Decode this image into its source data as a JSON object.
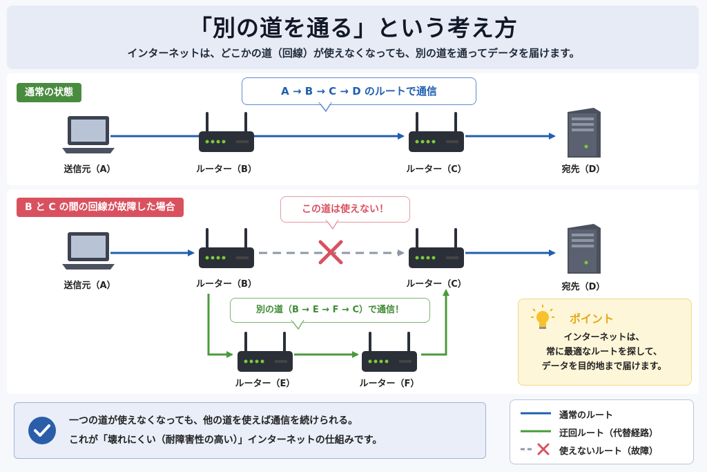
{
  "header": {
    "title": "「別の道を通る」という考え方",
    "subtitle": "インターネットは、どこかの道（回線）が使えなくなっても、別の道を通ってデータを届けます。"
  },
  "normal": {
    "tag": "通常の状態",
    "bubble": "A → B → C → D のルートで通信",
    "devices": {
      "sender": "送信元（A）",
      "router_b": "ルーター（B）",
      "router_c": "ルーター（C）",
      "dest": "宛先（D）"
    }
  },
  "failure": {
    "tag": "B と C の間の回線が故障した場合",
    "bubble_fail": "この道は使えない！",
    "bubble_detour": "別の道（B → E → F → C）で通信！",
    "devices": {
      "sender": "送信元（A）",
      "router_b": "ルーター（B）",
      "router_c": "ルーター（C）",
      "dest": "宛先（D）",
      "router_e": "ルーター（E）",
      "router_f": "ルーター（F）"
    }
  },
  "point": {
    "title": "ポイント",
    "lines": [
      "インターネットは、",
      "常に最適なルートを探して、",
      "データを目的地まで届けます。"
    ]
  },
  "summary": {
    "line1": "一つの道が使えなくなっても、他の道を使えば通信を続けられる。",
    "line2": "これが「壊れにくい（耐障害性の高い）」インターネットの仕組みです。"
  },
  "legend": {
    "normal": "通常のルート",
    "detour": "迂回ルート（代替経路）",
    "broken": "使えないルート（故障）"
  },
  "colors": {
    "blue": "#1f5fb0",
    "green": "#4a9a3c",
    "gray": "#8e97a6",
    "red": "#d9515f"
  }
}
